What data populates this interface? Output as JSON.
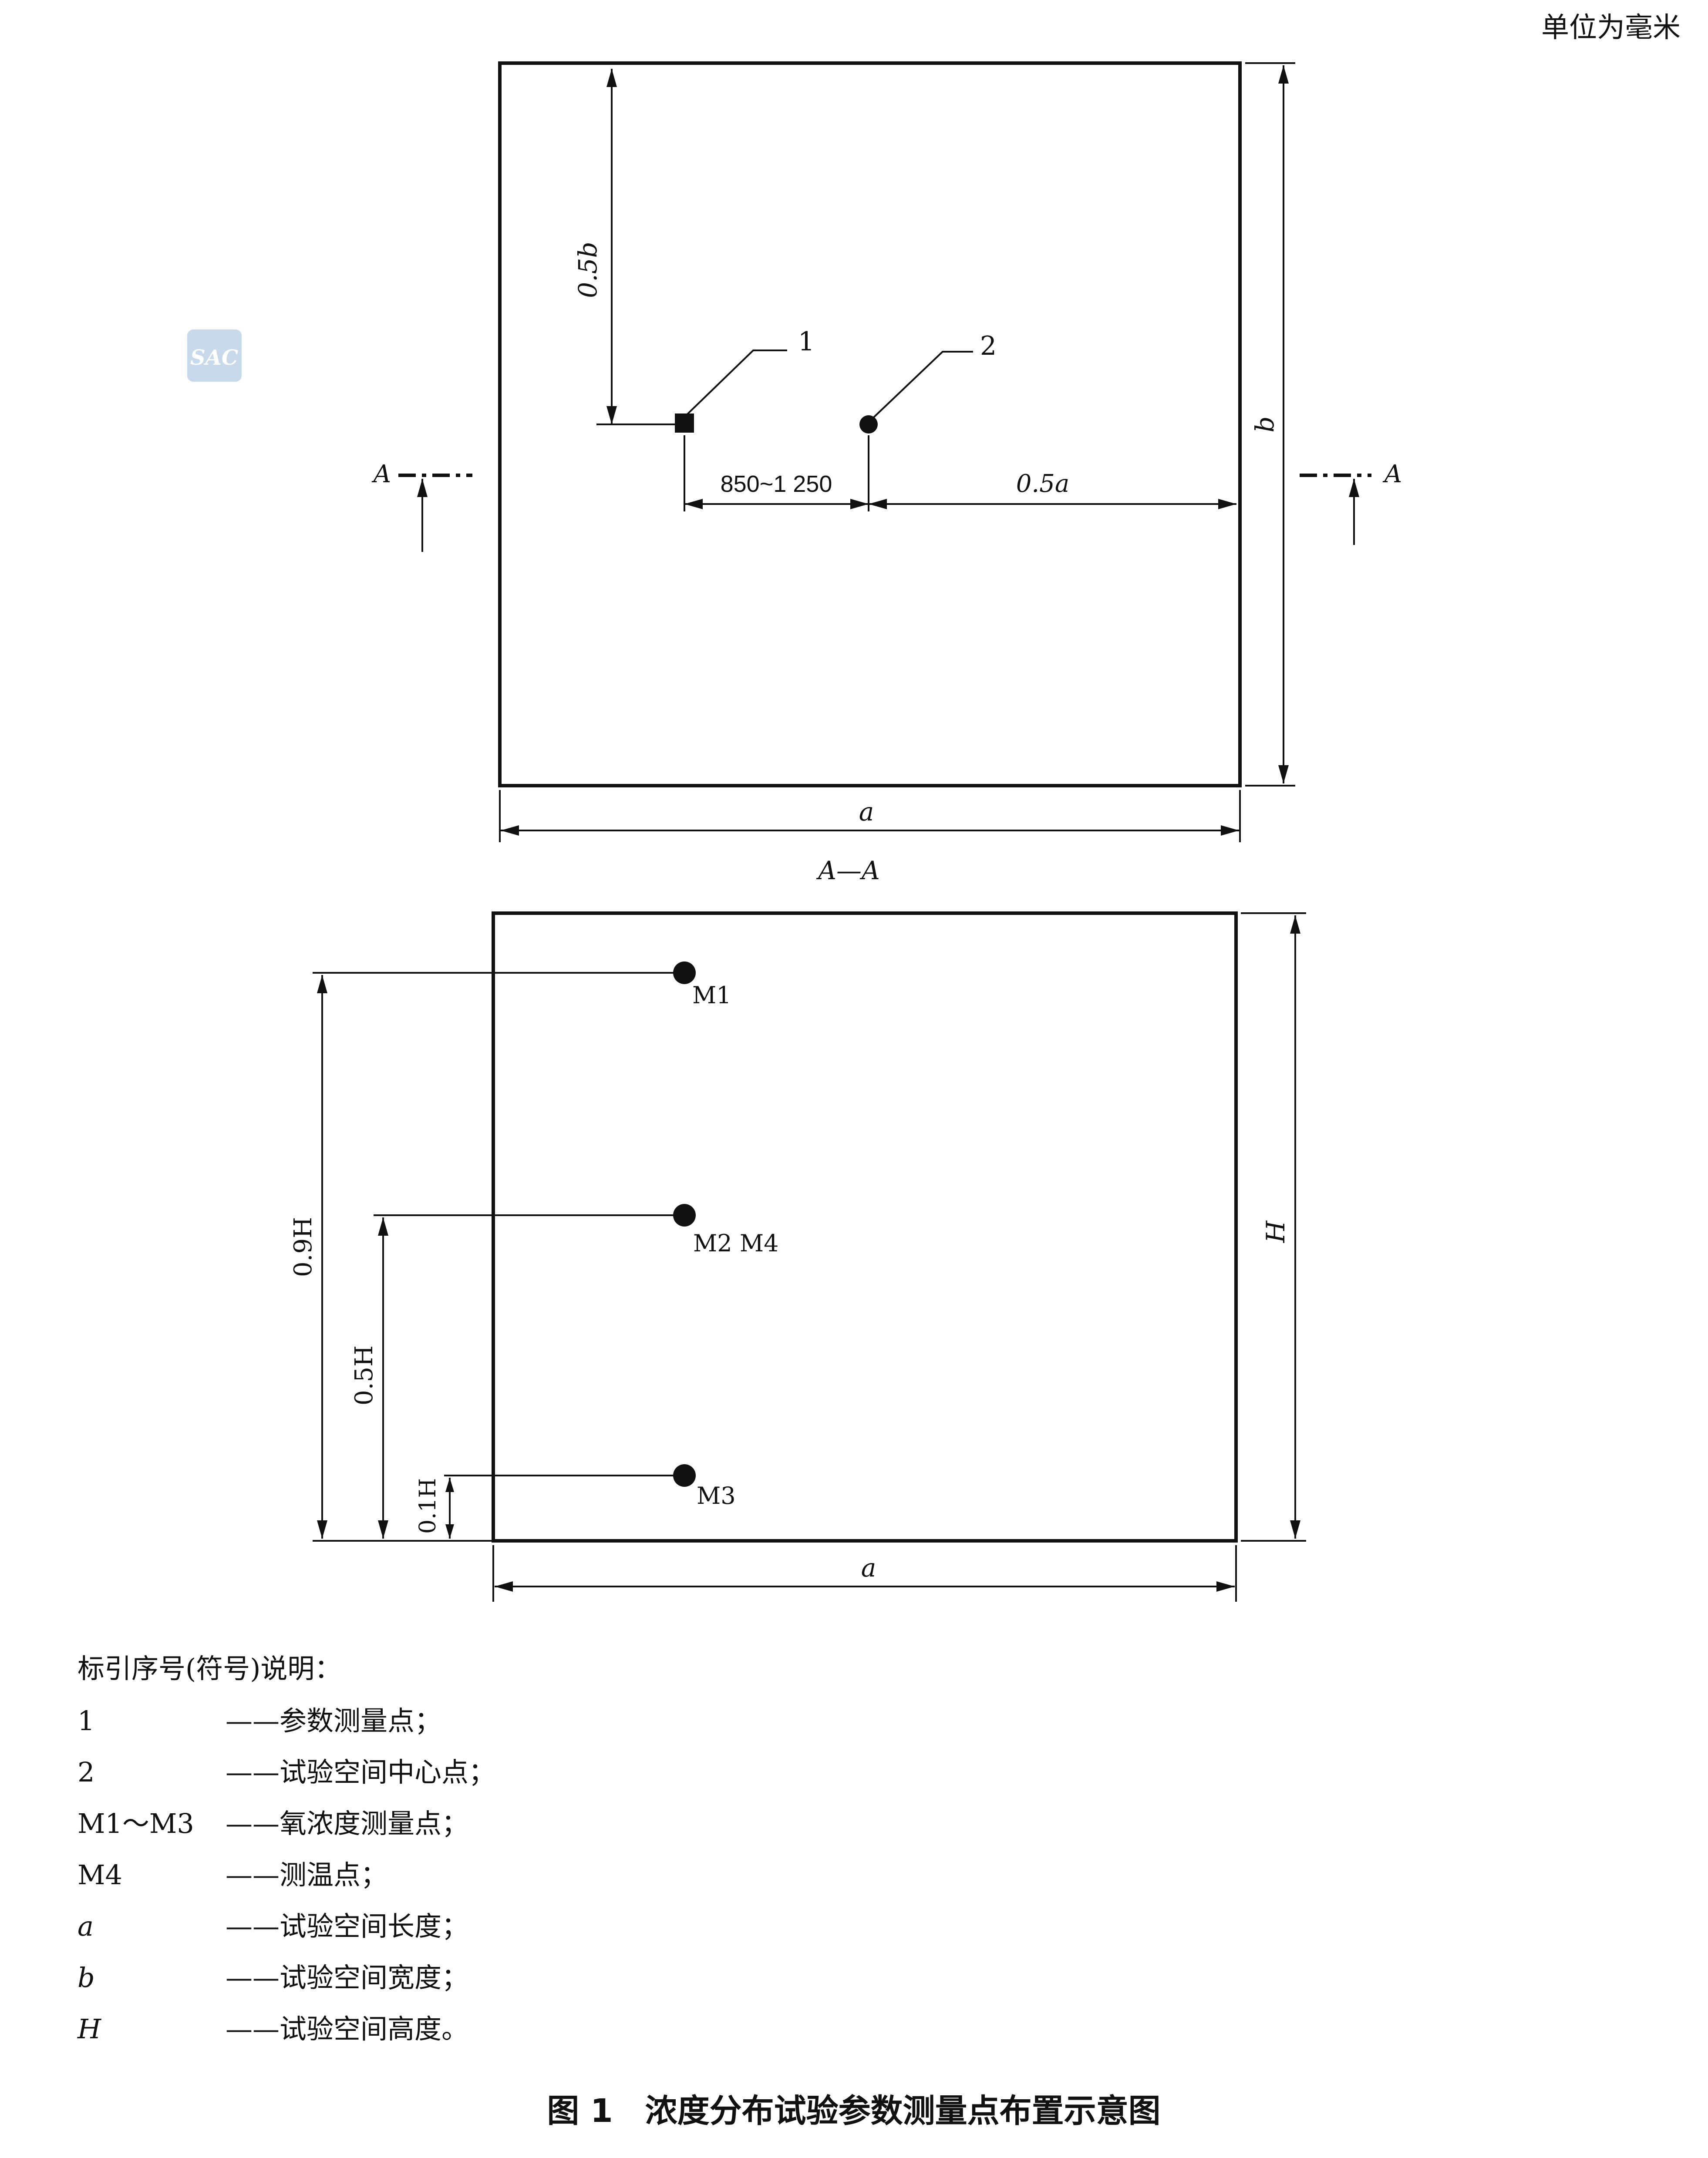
{
  "unit_note": "单位为毫米",
  "watermark": "SAC",
  "section_title": "A—A",
  "section_marker": "A",
  "plan_view": {
    "dim_half_b": "0.5b",
    "dim_b": "b",
    "dim_a": "a",
    "dim_850_1250": "850~1 250",
    "dim_half_a": "0.5a",
    "callout_1": "1",
    "callout_2": "2"
  },
  "section_view": {
    "m1": "M1",
    "m2_m4": "M2 M4",
    "m3": "M3",
    "dim_09h": "0.9H",
    "dim_05h": "0.5H",
    "dim_01h": "0.1H",
    "dim_h": "H",
    "dim_a": "a"
  },
  "legend": {
    "heading": "标引序号(符号)说明：",
    "items": [
      {
        "key": "1",
        "desc": "——参数测量点；"
      },
      {
        "key": "2",
        "desc": "——试验空间中心点；"
      },
      {
        "key": "M1～M3",
        "desc": "——氧浓度测量点；"
      },
      {
        "key": "M4",
        "desc": "——测温点；"
      },
      {
        "key": "a",
        "desc": "——试验空间长度；"
      },
      {
        "key": "b",
        "desc": "——试验空间宽度；"
      },
      {
        "key": "H",
        "desc": "——试验空间高度。"
      }
    ]
  },
  "figure_caption": "图 1　浓度分布试验参数测量点布置示意图",
  "colors": {
    "ink": "#111111",
    "watermark": "#c9d9ec"
  }
}
